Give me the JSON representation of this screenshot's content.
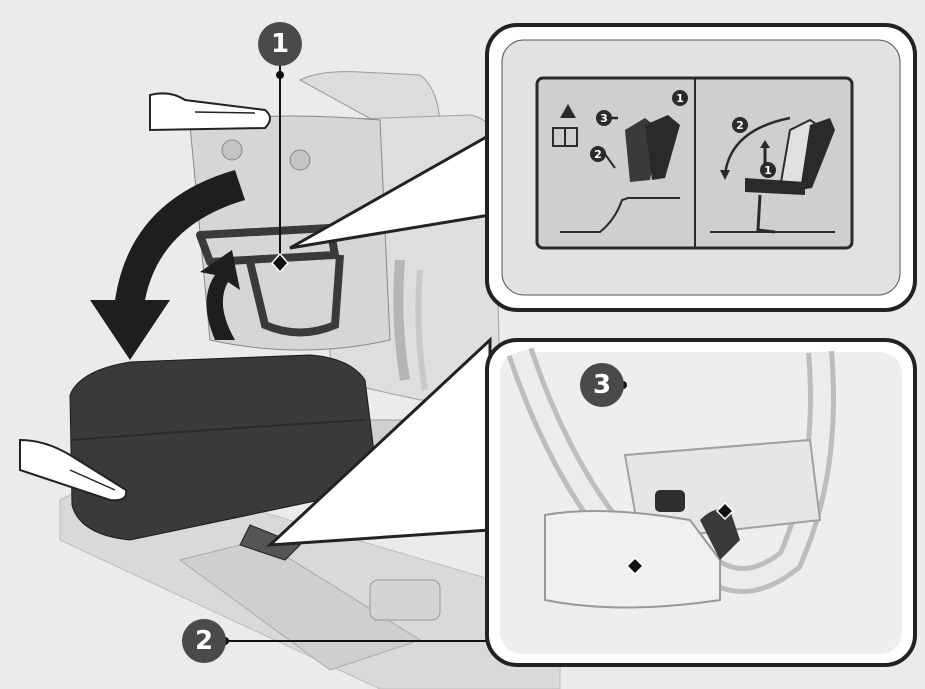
{
  "callouts": [
    {
      "label": "1"
    },
    {
      "label": "2"
    },
    {
      "label": "3"
    }
  ],
  "label_panel": {
    "left_steps": [
      "1",
      "2",
      "3"
    ],
    "right_steps": [
      "1",
      "2"
    ],
    "warning_icon": "warning-triangle-icon",
    "manual_icon": "owners-manual-icon"
  },
  "icons": {
    "hand_top": "hand-icon",
    "hand_bottom": "hand-icon",
    "fold_arrow": "curved-arrow-down-icon",
    "lift_arrow": "curved-arrow-up-icon"
  },
  "colors": {
    "background": "#ebebeb",
    "badge": "#4a4a4a",
    "cushion": "#3a3a3a",
    "panel_border": "#222222"
  }
}
